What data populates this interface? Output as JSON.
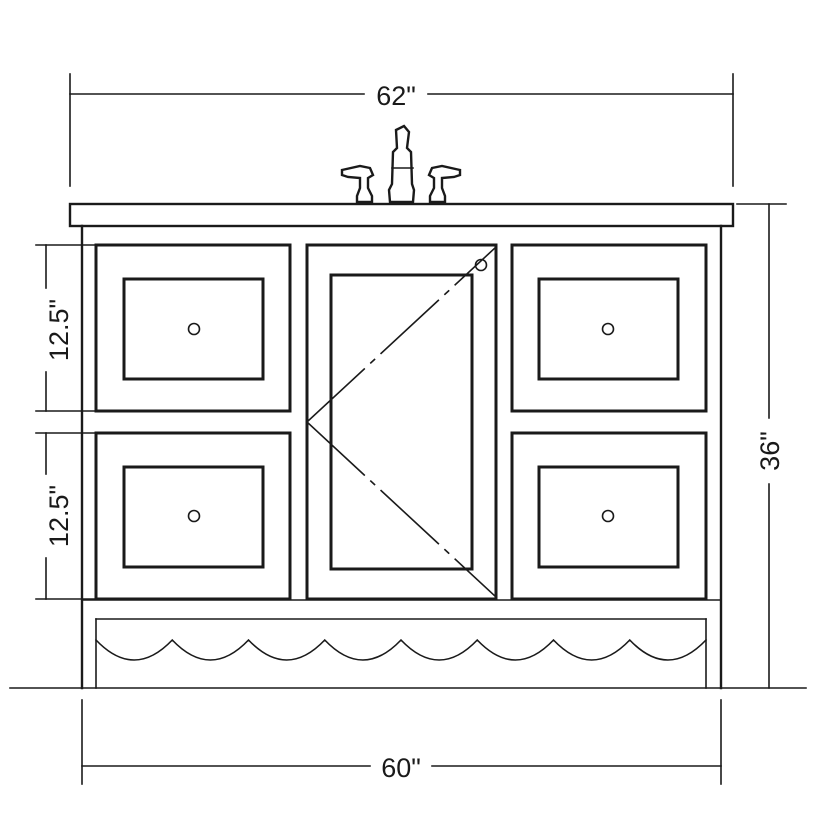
{
  "dimensions": {
    "top_width": "62\"",
    "bottom_width": "60\"",
    "height": "36\"",
    "upper_drawer_height": "12.5\"",
    "lower_drawer_height": "12.5\""
  },
  "colors": {
    "line": "#1a1a1a",
    "background": "#ffffff"
  }
}
